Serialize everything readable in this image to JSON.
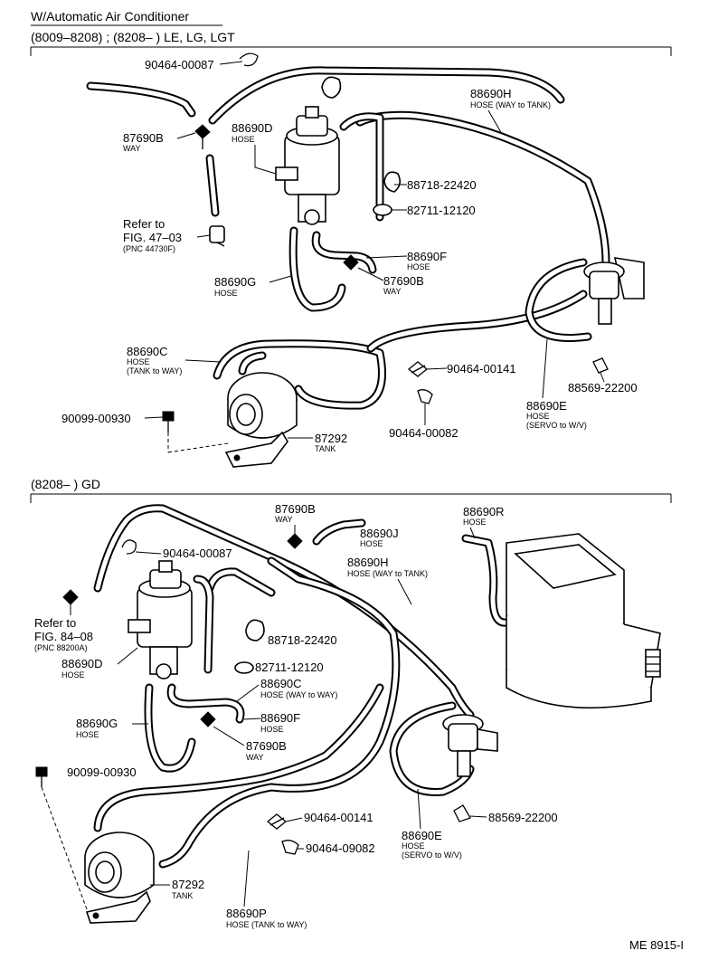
{
  "top": {
    "title": "W/Automatic Air Conditioner",
    "range": "(8009–8208) ; (8208–           ) LE, LG, LGT",
    "callouts": [
      {
        "pn": "90464-00087",
        "desc": ""
      },
      {
        "pn": "88690H",
        "desc": "HOSE (WAY to TANK)"
      },
      {
        "pn": "87690B",
        "desc": "WAY"
      },
      {
        "pn": "88690D",
        "desc": "HOSE"
      },
      {
        "pn": "88718-22420",
        "desc": ""
      },
      {
        "pn": "82711-12120",
        "desc": ""
      },
      {
        "pn": "88690F",
        "desc": "HOSE"
      },
      {
        "pn": "87690B",
        "desc": "WAY"
      },
      {
        "pn": "88690G",
        "desc": "HOSE"
      },
      {
        "pn": "88690C",
        "desc": "HOSE",
        "desc2": "(TANK to WAY)"
      },
      {
        "pn": "90464-00141",
        "desc": ""
      },
      {
        "pn": "88569-22200",
        "desc": ""
      },
      {
        "pn": "90099-00930",
        "desc": ""
      },
      {
        "pn": "90464-00082",
        "desc": ""
      },
      {
        "pn": "88690E",
        "desc": "HOSE",
        "desc2": "(SERVO to W/V)"
      },
      {
        "pn": "87292",
        "desc": "TANK"
      }
    ],
    "refer": {
      "line1": "Refer to",
      "line2": "FIG. 47–03",
      "line3": "(PNC 44730F)"
    }
  },
  "bottom": {
    "range": "(8208–           ) GD",
    "callouts": [
      {
        "pn": "87690B",
        "desc": "WAY"
      },
      {
        "pn": "88690J",
        "desc": "HOSE"
      },
      {
        "pn": "88690R",
        "desc": "HOSE"
      },
      {
        "pn": "90464-00087",
        "desc": ""
      },
      {
        "pn": "88690H",
        "desc": "HOSE (WAY to TANK)"
      },
      {
        "pn": "88718-22420",
        "desc": ""
      },
      {
        "pn": "88690D",
        "desc": "HOSE"
      },
      {
        "pn": "82711-12120",
        "desc": ""
      },
      {
        "pn": "88690C",
        "desc": "HOSE (WAY to WAY)"
      },
      {
        "pn": "88690G",
        "desc": "HOSE"
      },
      {
        "pn": "88690F",
        "desc": "HOSE"
      },
      {
        "pn": "87690B",
        "desc": "WAY"
      },
      {
        "pn": "90099-00930",
        "desc": ""
      },
      {
        "pn": "90464-00141",
        "desc": ""
      },
      {
        "pn": "88569-22200",
        "desc": ""
      },
      {
        "pn": "90464-09082",
        "desc": ""
      },
      {
        "pn": "88690E",
        "desc": "HOSE",
        "desc2": "(SERVO to W/V)"
      },
      {
        "pn": "87292",
        "desc": "TANK"
      },
      {
        "pn": "88690P",
        "desc": "HOSE (TANK to WAY)"
      }
    ],
    "refer": {
      "line1": "Refer to",
      "line2": "FIG. 84–08",
      "line3": "(PNC 88200A)"
    }
  },
  "footer": {
    "code": "ME 8915-I"
  }
}
